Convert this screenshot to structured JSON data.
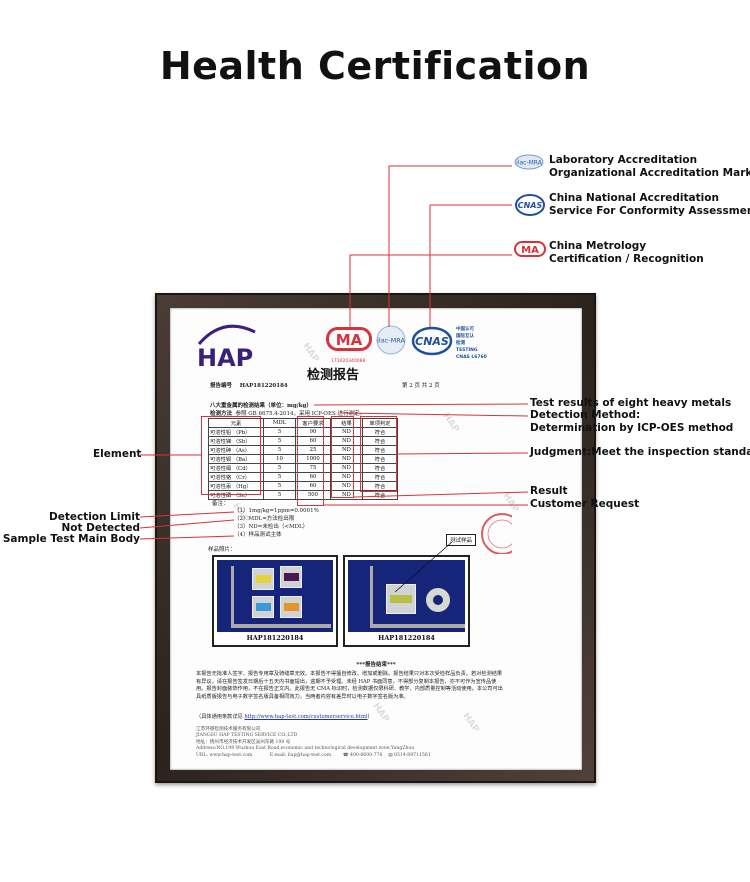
{
  "title": "Health Certification",
  "colors": {
    "annotation_line": "#d8323a",
    "frame": "#3a2f2a",
    "hap_purple": "#3b1f78",
    "cnas_blue": "#1d4f9c"
  },
  "badges": [
    {
      "icon": "ilac-mra-icon",
      "line1": "Laboratory Accreditation",
      "line2": "Organizational Accreditation Mark"
    },
    {
      "icon": "cnas-icon",
      "line1": "China National Accreditation",
      "line2": "Service For Conformity Assessment"
    },
    {
      "icon": "cma-icon",
      "line1": "China Metrology",
      "line2": "Certification / Recognition"
    }
  ],
  "annotations": {
    "right": [
      "Test results of eight heavy metals",
      "Detection Method:",
      "Determination by ICP-OES method",
      "Judgment:Meet the inspection standards",
      "Result",
      "Customer Request"
    ],
    "left": [
      "Element",
      "Detection Limit",
      "Not Detected",
      "Sample Test Main Body"
    ]
  },
  "report": {
    "logo": "HAP",
    "cma_logo": "MA",
    "ilac_logo": "ilac-MRA",
    "cnas_logo": "CNAS",
    "cnas_text": [
      "中国认可",
      "国际互认",
      "检测",
      "TESTING",
      "CNAS L6760"
    ],
    "cma_number": "171020340088",
    "doc_title": "检测报告",
    "report_no_label": "报告编号",
    "report_no": "HAP181220184",
    "page_info": "第 2 页    共 2 页",
    "section_title": "八大重金属的检测结果（单位：mg/kg）",
    "method_label": "检测方法",
    "method_text": "参照 GB 6675.4-2014，采用 ICP-OES 进行测定。",
    "table": {
      "headers": [
        "元素",
        "MDL",
        "客户要求",
        "结果",
        "单项判定"
      ],
      "rows": [
        [
          "可溶性铅  （Pb）",
          "5",
          "90",
          "ND",
          "符合"
        ],
        [
          "可溶性锑  （Sb）",
          "5",
          "60",
          "ND",
          "符合"
        ],
        [
          "可溶性砷  （As）",
          "5",
          "25",
          "ND",
          "符合"
        ],
        [
          "可溶性钡  （Ba）",
          "10",
          "1000",
          "ND",
          "符合"
        ],
        [
          "可溶性镉  （Cd）",
          "5",
          "75",
          "ND",
          "符合"
        ],
        [
          "可溶性铬  （Cr）",
          "5",
          "60",
          "ND",
          "符合"
        ],
        [
          "可溶性汞  （Hg）",
          "5",
          "60",
          "ND",
          "符合"
        ],
        [
          "可溶性硒  （Se）",
          "5",
          "500",
          "ND",
          "符合"
        ]
      ]
    },
    "notes_label": "备注：",
    "notes": [
      "（1）1mg/kg=1ppm=0.0001%",
      "（2）MDL=方法检出限",
      "（3）ND=未检出（<MDL）",
      "（4）样品测试主体"
    ],
    "photos_label": "样品照片：",
    "photo_captions": [
      "HAP181220184",
      "HAP181220184"
    ],
    "sample_callout": "测试样品",
    "end_mark": "***报告结束***",
    "disclaimer": "本报告无批准人签字、报告专用章及骑缝章无效。本报告不得擅自修改、增加或删除。报告结果只对本次受检样品负责。若对检测结果有异议，请在报告签发日期后十五天内书面提出，逾期不予受理。未经 HAP 书面同意，不得部分复制本报告，亦不可作为宣传品使用。报告封面装饰作用，不在报告正文内。此报告无 CMA 标识时，检测数据仅限科研、教学、内部质量控制等活动使用。本公司可出具纸质版报告与电子数字签名版具备相同效力，当两者内容有差异时以电子数字签名版为准。",
    "terms_prefix": "（具体通用条款详见 ",
    "terms_link": "http://www.hap-test.com/customerservice.html",
    "terms_suffix": "）",
    "company_cn": "江苏环德检测技术服务有限公司",
    "company_en": "JIANGSU HAP TESTING SERVICE CO.,LTD",
    "address_cn": "地址：扬州市经济技术开发区吴州东路 198 号",
    "address_en": "Address:NO.198 Wuzhou East Road,economic and technological development zone,YangZhou",
    "url": "URL: www.hap-test.com",
    "email": "E-mail: hap@hap-test.com",
    "phone": "400-6600-776",
    "fax": "0514-89711561",
    "watermark": "HAP"
  }
}
